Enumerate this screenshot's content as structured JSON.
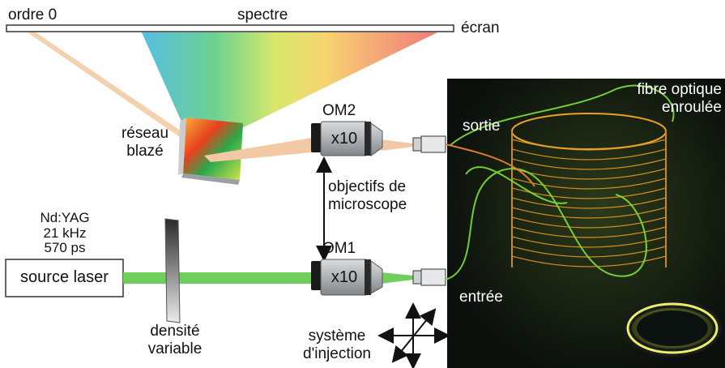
{
  "labels": {
    "ordre0": "ordre 0",
    "spectre": "spectre",
    "ecran": "écran",
    "reseau_line1": "réseau",
    "reseau_line2": "blazé",
    "om2": "OM2",
    "om1": "OM1",
    "mag_top": "x10",
    "mag_bottom": "x10",
    "sortie": "sortie",
    "entree": "entrée",
    "fibre_line1": "fibre optique",
    "fibre_line2": "enroulée",
    "objectifs_line1": "objectifs de",
    "objectifs_line2": "microscope",
    "laser_line1": "Nd:YAG",
    "laser_line2": "21 kHz",
    "laser_line3": "570 ps",
    "source_laser": "source laser",
    "densite_line1": "densité",
    "densite_line2": "variable",
    "systeme_line1": "système",
    "systeme_line2": "d'injection"
  },
  "colors": {
    "green_beam": "#6fcf5a",
    "orange_beam": "#f2c9a4",
    "fibre_glow": "#f0a020",
    "lens_body": "#b8bcc0",
    "photo_bg": "#0c1210"
  }
}
